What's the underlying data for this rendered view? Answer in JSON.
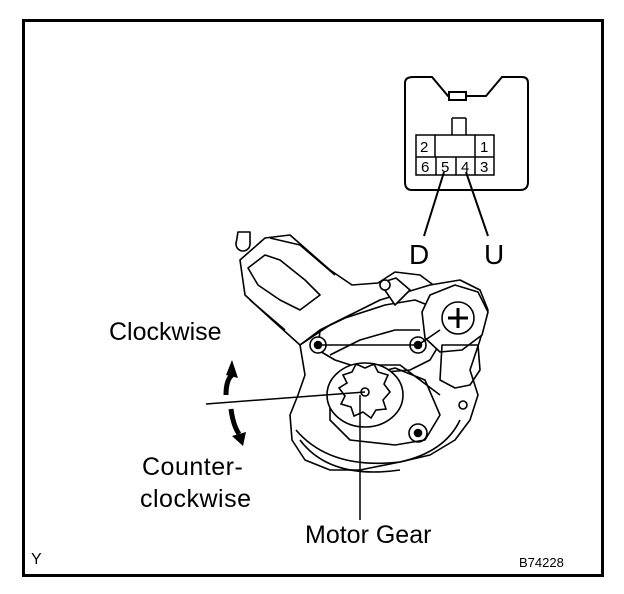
{
  "labels": {
    "clockwise": "Clockwise",
    "counter_line1": "Counter-",
    "counter_line2": "clockwise",
    "motor_gear": "Motor Gear",
    "terminal_d": "D",
    "terminal_u": "U",
    "corner_mark": "Y",
    "figure_code": "B74228"
  },
  "connector": {
    "pins_top": [
      "2",
      "",
      "1"
    ],
    "pins_bottom": [
      "6",
      "5",
      "4",
      "3"
    ]
  }
}
